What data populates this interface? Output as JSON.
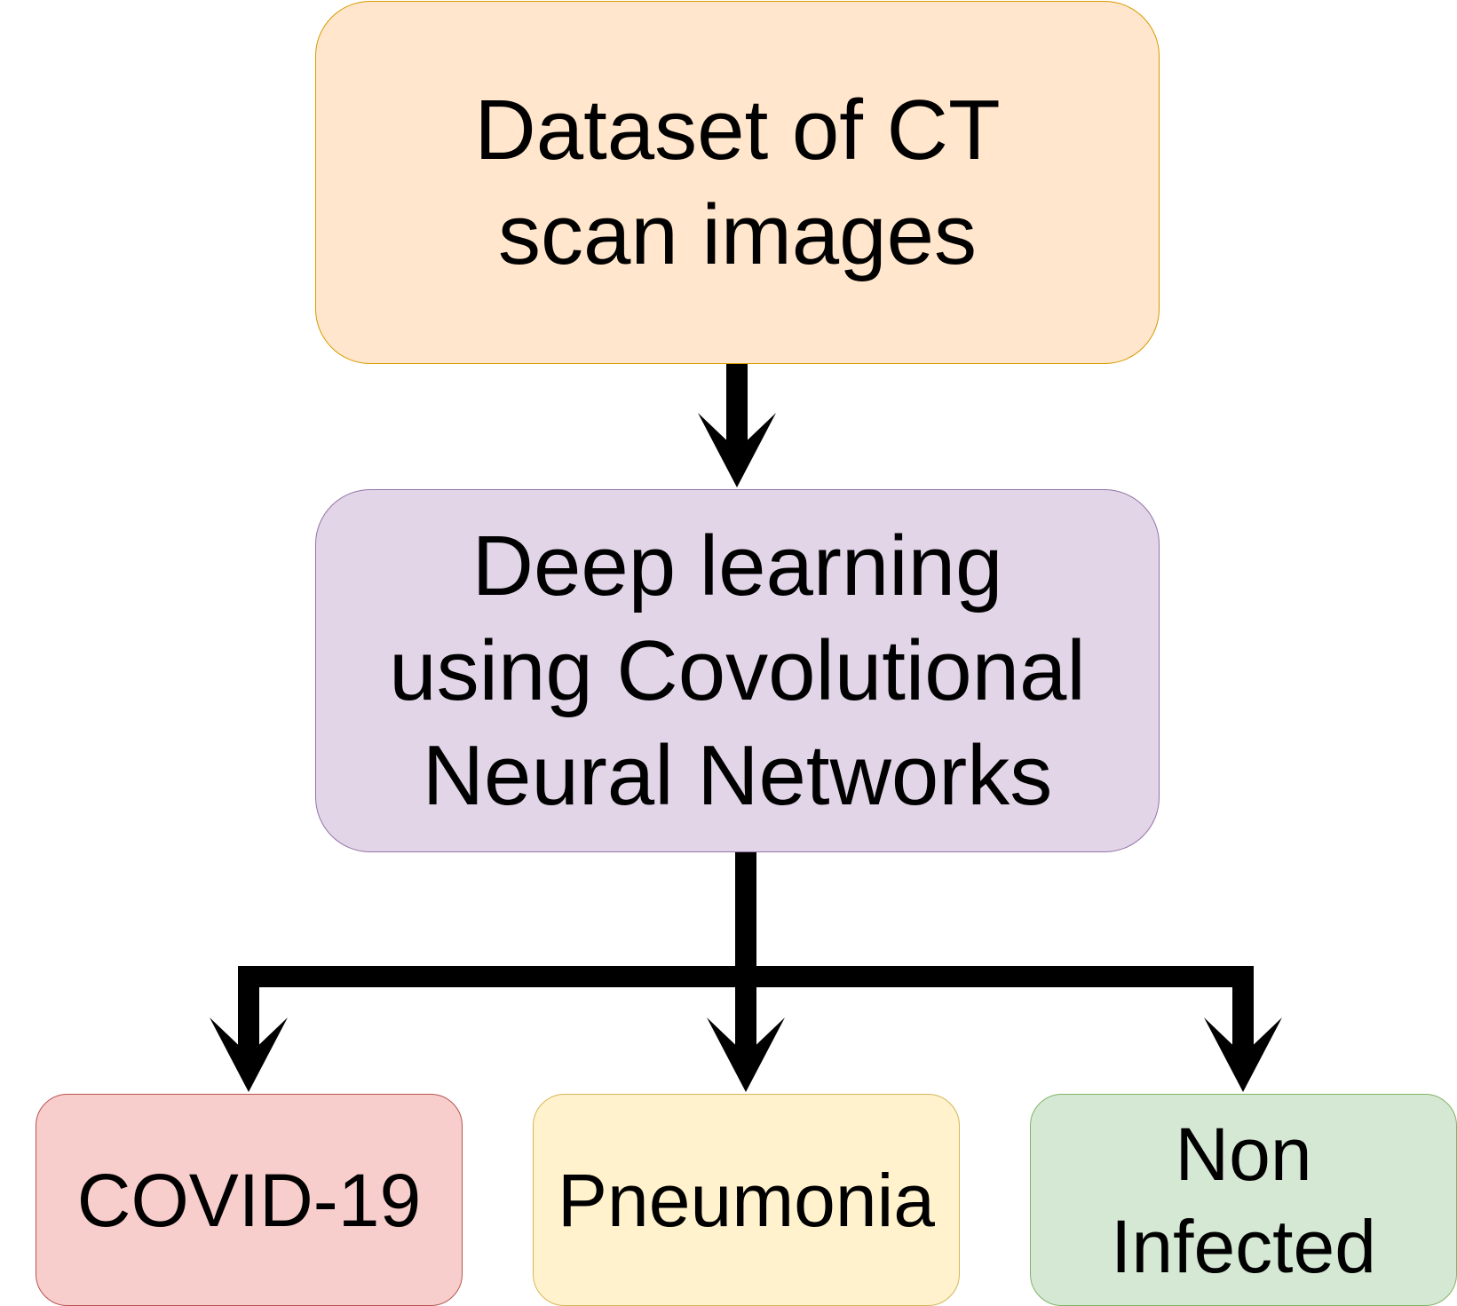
{
  "nodes": {
    "dataset": {
      "label": "Dataset of CT\nscan images",
      "fill": "#ffe6cc",
      "stroke": "#d79b00"
    },
    "cnn": {
      "label": "Deep learning\nusing Covolutional\nNeural Networks",
      "fill": "#e1d5e7",
      "stroke": "#9673a6"
    },
    "covid": {
      "label": "COVID-19",
      "fill": "#f8cecc",
      "stroke": "#b85450"
    },
    "pneumonia": {
      "label": "Pneumonia",
      "fill": "#fff2cc",
      "stroke": "#d6b656"
    },
    "non_infected": {
      "label": "Non\nInfected",
      "fill": "#d5e8d4",
      "stroke": "#82b366"
    }
  },
  "edges": [
    {
      "from": "dataset",
      "to": "cnn"
    },
    {
      "from": "cnn",
      "to": "covid"
    },
    {
      "from": "cnn",
      "to": "pneumonia"
    },
    {
      "from": "cnn",
      "to": "non_infected"
    }
  ],
  "colors": {
    "edge": "#000000"
  }
}
